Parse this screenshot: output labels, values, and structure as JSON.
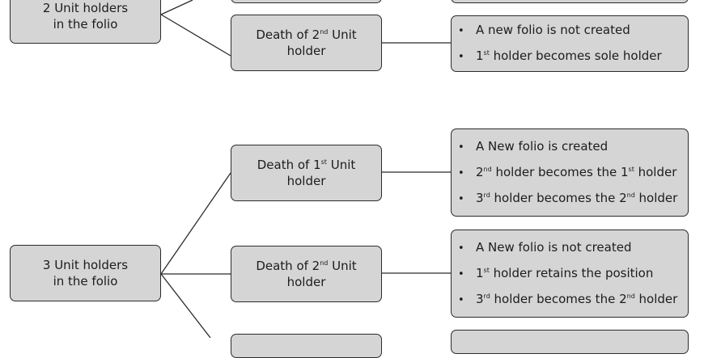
{
  "roots": [
    {
      "id": "two",
      "line1": "2 Unit holders",
      "line2": "in the folio"
    },
    {
      "id": "three",
      "line1": "3 Unit holders",
      "line2": "in the folio"
    }
  ],
  "events": [
    {
      "id": "e1",
      "parts": [],
      "line2": ""
    },
    {
      "id": "e2",
      "parts": [
        {
          "t": "Death of 2"
        },
        {
          "sup": "nd"
        },
        {
          "t": " Unit"
        }
      ],
      "line2": "holder"
    },
    {
      "id": "e3",
      "parts": [
        {
          "t": "Death of 1"
        },
        {
          "sup": "st"
        },
        {
          "t": " Unit"
        }
      ],
      "line2": "holder"
    },
    {
      "id": "e4",
      "parts": [
        {
          "t": "Death of 2"
        },
        {
          "sup": "nd"
        },
        {
          "t": " Unit"
        }
      ],
      "line2": "holder"
    },
    {
      "id": "e5",
      "parts": [],
      "line2": ""
    }
  ],
  "outcomes": [
    {
      "id": "o1",
      "lines": []
    },
    {
      "id": "o2",
      "lines": [
        [
          {
            "t": "A new folio is not created"
          }
        ],
        [
          {
            "t": "1"
          },
          {
            "sup": "st"
          },
          {
            "t": " holder becomes sole holder"
          }
        ]
      ]
    },
    {
      "id": "o3",
      "lines": [
        [
          {
            "t": "A New folio is created"
          }
        ],
        [
          {
            "t": "2"
          },
          {
            "sup": "nd"
          },
          {
            "t": " holder becomes the 1"
          },
          {
            "sup": "st"
          },
          {
            "t": " holder"
          }
        ],
        [
          {
            "t": "3"
          },
          {
            "sup": "rd"
          },
          {
            "t": " holder becomes the 2"
          },
          {
            "sup": "nd"
          },
          {
            "t": " holder"
          }
        ]
      ]
    },
    {
      "id": "o4",
      "lines": [
        [
          {
            "t": "A New folio is not created"
          }
        ],
        [
          {
            "t": "1"
          },
          {
            "sup": "st"
          },
          {
            "t": " holder retains the position"
          }
        ],
        [
          {
            "t": "3"
          },
          {
            "sup": "rd"
          },
          {
            "t": " holder becomes the 2"
          },
          {
            "sup": "nd"
          },
          {
            "t": " holder"
          }
        ]
      ]
    },
    {
      "id": "o5",
      "lines": []
    }
  ],
  "bullet_glyph": "•",
  "colors": {
    "box_fill": "#d5d5d6",
    "border": "#2b2b2b"
  }
}
